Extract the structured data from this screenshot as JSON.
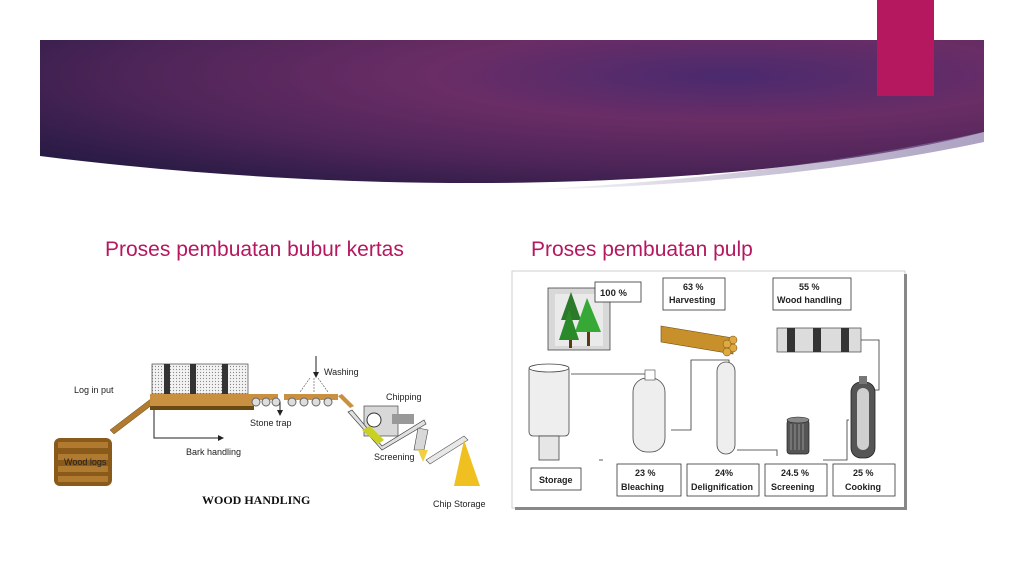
{
  "slide": {
    "left_heading": "Proses pembuatan bubur kertas",
    "right_heading": "Proses pembuatan pulp"
  },
  "wood_handling": {
    "title": "WOOD HANDLING",
    "labels": {
      "log_input": "Log in put",
      "wood_logs": "Wood logs",
      "bark_handling": "Bark handling",
      "stone_trap": "Stone trap",
      "washing": "Washing",
      "chipping": "Chipping",
      "screening": "Screening",
      "chip_storage": "Chip Storage"
    }
  },
  "pulp_process": {
    "forest": "100 %",
    "harvesting_pct": "63 %",
    "harvesting": "Harvesting",
    "wood_pct": "55 %",
    "wood_handling": "Wood handling",
    "storage": "Storage",
    "bleaching_pct": "23 %",
    "bleaching": "Bleaching",
    "delig_pct": "24%",
    "delignification": "Delignification",
    "screening_pct": "24.5 %",
    "screening": "Screening",
    "cooking_pct": "25 %",
    "cooking": "Cooking"
  },
  "colors": {
    "accent": "#b5185f",
    "banner_dark": "#2c1d4c",
    "banner_mid": "#5b2a60",
    "banner_light": "#7b3566"
  }
}
